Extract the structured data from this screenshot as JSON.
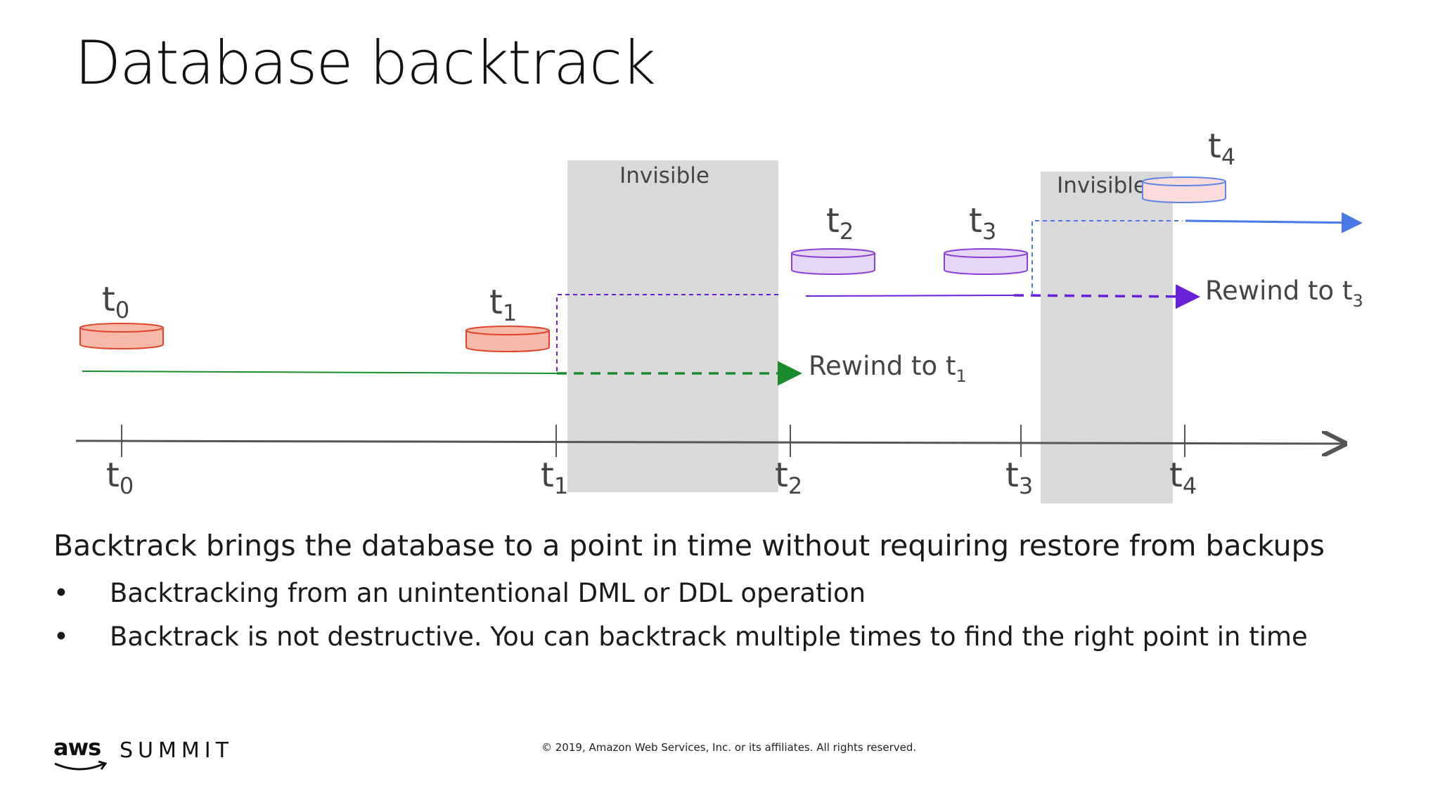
{
  "title": "Database backtrack",
  "diagram": {
    "invisible_labels": [
      "Invisible",
      "Invisible"
    ],
    "rewind_labels": [
      {
        "prefix": "Rewind to t",
        "sub": "1"
      },
      {
        "prefix": "Rewind to t",
        "sub": "3"
      }
    ],
    "axis_ticks": [
      {
        "base": "t",
        "sub": "0"
      },
      {
        "base": "t",
        "sub": "1"
      },
      {
        "base": "t",
        "sub": "2"
      },
      {
        "base": "t",
        "sub": "3"
      },
      {
        "base": "t",
        "sub": "4"
      }
    ],
    "snapshots": [
      {
        "base": "t",
        "sub": "0",
        "color": "#f6b8a8",
        "stroke": "#e0452a"
      },
      {
        "base": "t",
        "sub": "1",
        "color": "#f6b8a8",
        "stroke": "#e0452a"
      },
      {
        "base": "t",
        "sub": "2",
        "color": "#e6d6f8",
        "stroke": "#8a3fd6"
      },
      {
        "base": "t",
        "sub": "3",
        "color": "#e6d6f8",
        "stroke": "#8a3fd6"
      },
      {
        "base": "t",
        "sub": "4",
        "color": "#fadcdc",
        "stroke": "#5b84e6"
      }
    ],
    "colors": {
      "green": "#1a8c2e",
      "purple": "#6a20d8",
      "blue": "#4a78e6",
      "invisible_fill": "#d9d9da",
      "axis": "#555555"
    }
  },
  "headline": "Backtrack brings the database to a point in time without requiring restore from backups",
  "bullets": [
    "Backtracking from an unintentional DML or DDL operation",
    "Backtrack is not destructive. You can backtrack multiple times to find the right point in time"
  ],
  "footer": {
    "brand": "aws",
    "event": "SUMMIT",
    "copyright": "© 2019, Amazon Web Services, Inc. or its affiliates. All rights reserved."
  }
}
